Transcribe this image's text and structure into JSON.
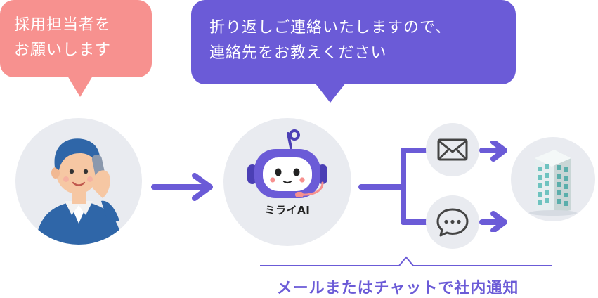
{
  "bubbles": {
    "caller": {
      "lines": [
        "採用担当者を",
        "お願いします"
      ],
      "color": "#f7918f"
    },
    "ai": {
      "lines": [
        "折り返しご連絡いたしますので、",
        "連絡先をお教えください"
      ],
      "color": "#6b5bd7"
    }
  },
  "ai": {
    "label": "ミライAI"
  },
  "caption": "メールまたはチャットで社内通知",
  "colors": {
    "accent": "#6b5bd7",
    "pink": "#f7918f",
    "circle": "#e9ebf0"
  },
  "icons": {
    "caller": "person-on-phone-icon",
    "ai": "robot-headset-icon",
    "mail": "envelope-icon",
    "chat": "chat-bubble-icon",
    "company": "office-building-icon"
  }
}
